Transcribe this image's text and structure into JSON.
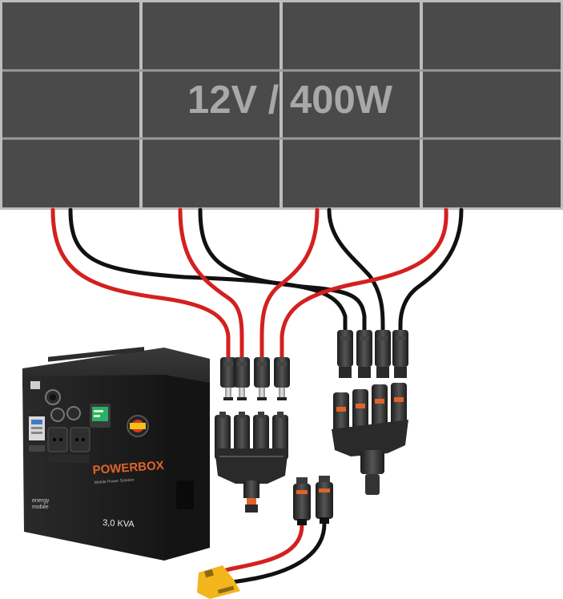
{
  "solar_array": {
    "label": "12V / 400W",
    "panel_count": 4,
    "panel_color": "#4a4a4a",
    "grid_line_color": "#9a9a9a",
    "label_color": "#a8a8a8"
  },
  "cables": {
    "positive_color": "#d42020",
    "negative_color": "#111111"
  },
  "connectors": {
    "mc4_connector_count": 8,
    "branch_connector_count": 2,
    "body_color": "#2e2e2e"
  },
  "powerbox": {
    "brand": "POWERBOX",
    "subtitle": "Mobile Power Solution",
    "maker_line1": "energy",
    "maker_line2": "mobile",
    "rating": "3,0 KVA",
    "brand_color": "#e0632a",
    "body_color": "#1e1e1e"
  },
  "anderson_plug": {
    "color": "#f2b51c"
  }
}
